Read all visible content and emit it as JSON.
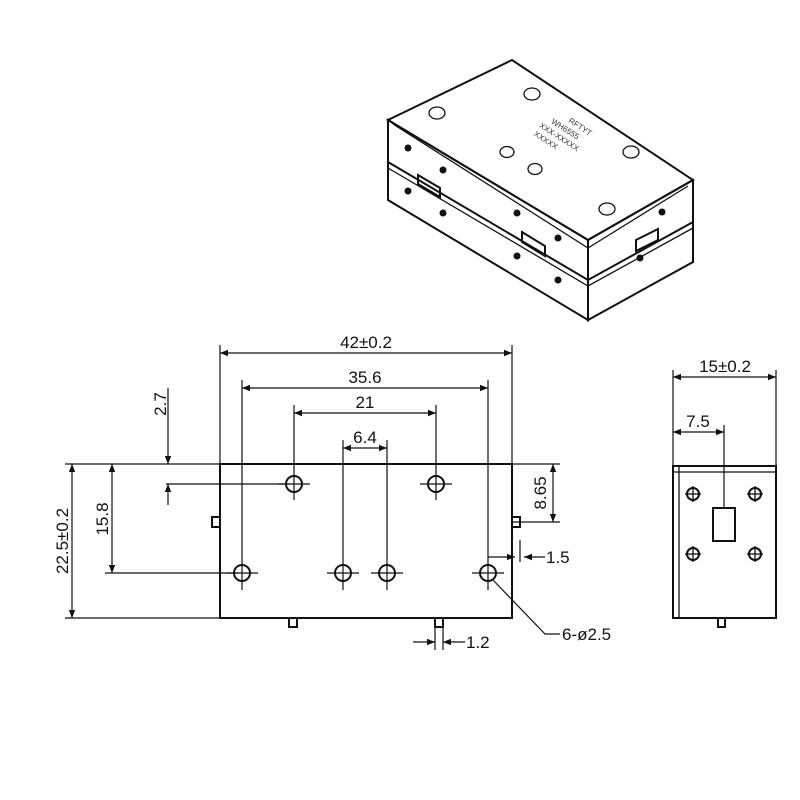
{
  "isometric": {
    "label_lines": [
      "RFTYT",
      "WH6555",
      "XXX-XXXXX",
      "XXXXX"
    ]
  },
  "front_view": {
    "dimensions": {
      "overall_width": "42±0.2",
      "outer_hole_span": "35.6",
      "upper_hole_span": "21",
      "center_hole_span": "6.4",
      "top_offset": "2.7",
      "overall_height": "22.5±0.2",
      "hole_row_height": "15.8",
      "right_hole_height": "8.65",
      "pin_offset": "1.5",
      "pin_width": "1.2",
      "hole_callout": "6-ø2.5"
    }
  },
  "side_view": {
    "dimensions": {
      "depth": "15±0.2",
      "center": "7.5"
    }
  }
}
